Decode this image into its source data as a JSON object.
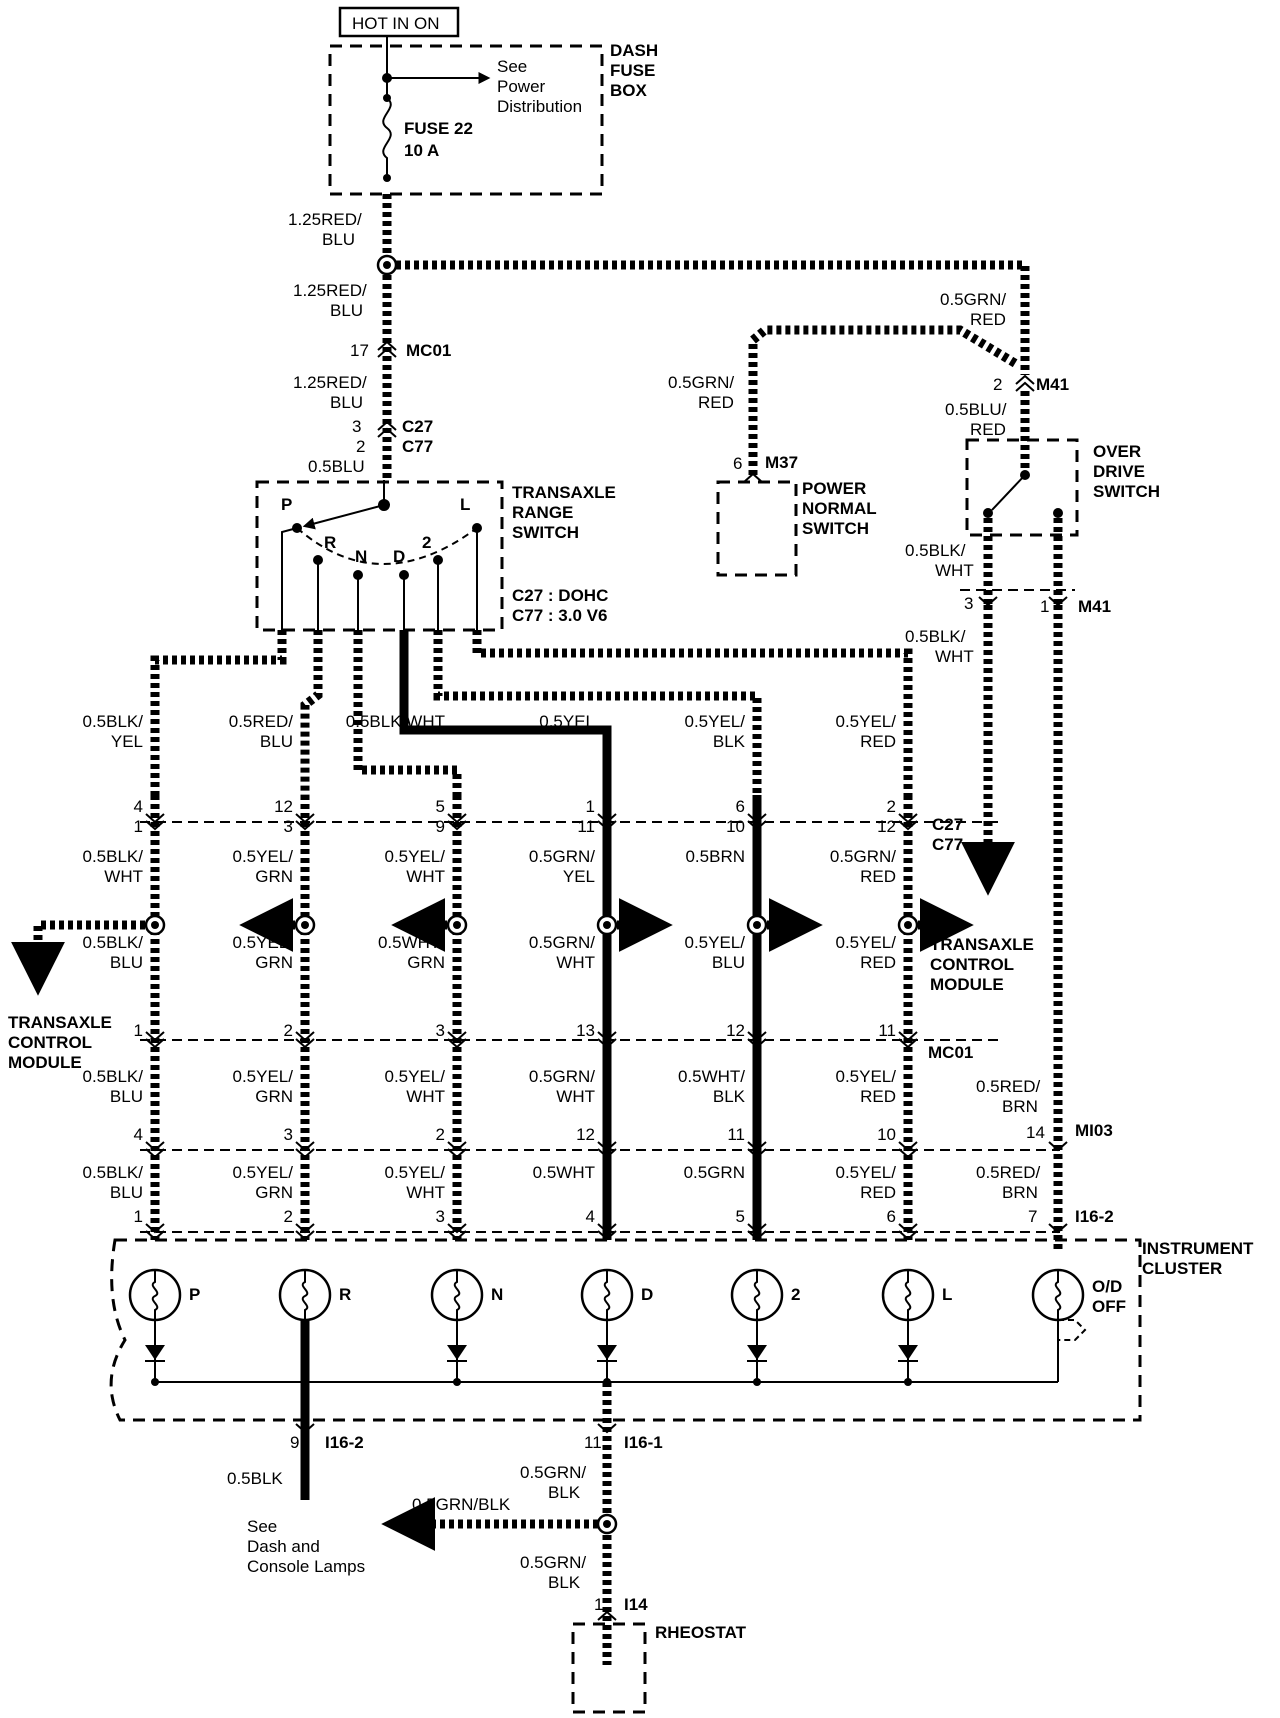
{
  "header": {
    "hot_in_on": "HOT IN ON"
  },
  "fuse_box": {
    "name": [
      "DASH",
      "FUSE",
      "BOX"
    ],
    "see": [
      "See",
      "Power",
      "Distribution"
    ],
    "fuse": [
      "FUSE 22",
      "10 A"
    ]
  },
  "wires_top": {
    "w1": [
      "1.25RED/",
      "BLU"
    ],
    "w2": [
      "1.25RED/",
      "BLU"
    ],
    "w3": [
      "1.25RED/",
      "BLU"
    ],
    "w4": "0.5BLU"
  },
  "connectors_top": {
    "mc01_pin": "17",
    "mc01": "MC01",
    "c27_pin": "3",
    "c77_pin": "2",
    "c27": "C27",
    "c77": "C77"
  },
  "range_switch": {
    "name": [
      "TRANSAXLE",
      "RANGE",
      "SWITCH"
    ],
    "positions": [
      "P",
      "R",
      "N",
      "D",
      "2",
      "L"
    ],
    "note": [
      "C27 : DOHC",
      "C77 : 3.0 V6"
    ]
  },
  "power_normal": {
    "wire1": [
      "0.5GRN/",
      "RED"
    ],
    "wire2": [
      "0.5GRN/",
      "RED"
    ],
    "pin": "6",
    "conn": "M37",
    "name": [
      "POWER",
      "NORMAL",
      "SWITCH"
    ]
  },
  "overdrive": {
    "pin_m41_top": "2",
    "m41": "M41",
    "wire_in": [
      "0.5BLU/",
      "RED"
    ],
    "name": [
      "OVER",
      "DRIVE",
      "SWITCH"
    ],
    "wire_out1": [
      "0.5BLK/",
      "WHT"
    ],
    "wire_out2": [
      "0.5BLK/",
      "WHT"
    ],
    "pin3": "3",
    "pin1": "1",
    "m41_b": "M41"
  },
  "columns": [
    {
      "w_top": [
        "0.5BLK/",
        "YEL"
      ],
      "c_pins": [
        "4",
        "1"
      ],
      "w_mid": [
        "0.5BLK/",
        "WHT"
      ],
      "w_low": [
        "0.5BLK/",
        "BLU"
      ],
      "mc01_pin": "1",
      "w_mc": [
        "0.5BLK/",
        "BLU"
      ],
      "mi03_pin": "4",
      "w_mi": [
        "0.5BLK/",
        "BLU"
      ],
      "i16_pin": "1",
      "lamp": "P"
    },
    {
      "w_top": [
        "0.5RED/",
        "BLU"
      ],
      "c_pins": [
        "12",
        "3"
      ],
      "w_mid": [
        "0.5YEL/",
        "GRN"
      ],
      "w_low": [
        "0.5YEL/",
        "GRN"
      ],
      "mc01_pin": "2",
      "w_mc": [
        "0.5YEL/",
        "GRN"
      ],
      "mi03_pin": "3",
      "w_mi": [
        "0.5YEL/",
        "GRN"
      ],
      "i16_pin": "2",
      "lamp": "R"
    },
    {
      "w_top": [
        "0.5BLK/WHT"
      ],
      "c_pins": [
        "5",
        "9"
      ],
      "w_mid": [
        "0.5YEL/",
        "WHT"
      ],
      "w_low": [
        "0.5WHT/",
        "GRN"
      ],
      "mc01_pin": "3",
      "w_mc": [
        "0.5YEL/",
        "WHT"
      ],
      "mi03_pin": "2",
      "w_mi": [
        "0.5YEL/",
        "WHT"
      ],
      "i16_pin": "3",
      "lamp": "N"
    },
    {
      "w_top": [
        "0.5YEL"
      ],
      "c_pins": [
        "1",
        "11"
      ],
      "w_mid": [
        "0.5GRN/",
        "YEL"
      ],
      "w_low": [
        "0.5GRN/",
        "WHT"
      ],
      "mc01_pin": "13",
      "w_mc": [
        "0.5GRN/",
        "WHT"
      ],
      "mi03_pin": "12",
      "w_mi": [
        "0.5WHT"
      ],
      "i16_pin": "4",
      "lamp": "D"
    },
    {
      "w_top": [
        "0.5YEL/",
        "BLK"
      ],
      "c_pins": [
        "6",
        "10"
      ],
      "w_mid": [
        "0.5BRN"
      ],
      "w_low": [
        "0.5YEL/",
        "BLU"
      ],
      "mc01_pin": "12",
      "w_mc": [
        "0.5WHT/",
        "BLK"
      ],
      "mi03_pin": "11",
      "w_mi": [
        "0.5GRN"
      ],
      "i16_pin": "5",
      "lamp": "2"
    },
    {
      "w_top": [
        "0.5YEL/",
        "RED"
      ],
      "c_pins": [
        "2",
        "12"
      ],
      "w_mid": [
        "0.5GRN/",
        "RED"
      ],
      "w_low": [
        "0.5YEL/",
        "RED"
      ],
      "mc01_pin": "11",
      "w_mc": [
        "0.5YEL/",
        "RED"
      ],
      "mi03_pin": "10",
      "w_mi": [
        "0.5YEL/",
        "RED"
      ],
      "i16_pin": "6",
      "lamp": "L"
    }
  ],
  "od_column": {
    "mc_wire": [
      "0.5RED/",
      "BRN"
    ],
    "mi03_pin": "14",
    "mi_wire": [
      "0.5RED/",
      "BRN"
    ],
    "i16_pin": "7",
    "lamp": [
      "O/D",
      "OFF"
    ]
  },
  "conn_labels": {
    "c27": "C27",
    "c77": "C77",
    "mc01": "MC01",
    "mi03": "MI03",
    "i16_2": "I16-2"
  },
  "tcm_left": [
    "TRANSAXLE",
    "CONTROL",
    "MODULE"
  ],
  "tcm_right": [
    "TRANSAXLE",
    "CONTROL",
    "MODULE"
  ],
  "cluster": [
    "INSTRUMENT",
    "CLUSTER"
  ],
  "bottom": {
    "pin9": "9",
    "i16_2": "I16-2",
    "w_blk": "0.5BLK",
    "see": [
      "See",
      "Dash and",
      "Console Lamps"
    ],
    "pin11": "11",
    "i16_1": "I16-1",
    "w_gb1": [
      "0.5GRN/",
      "BLK"
    ],
    "w_gb_side": "0.5GRN/BLK",
    "w_gb2": [
      "0.5GRN/",
      "BLK"
    ],
    "pin1": "1",
    "i14": "I14",
    "rheostat": "RHEOSTAT"
  }
}
